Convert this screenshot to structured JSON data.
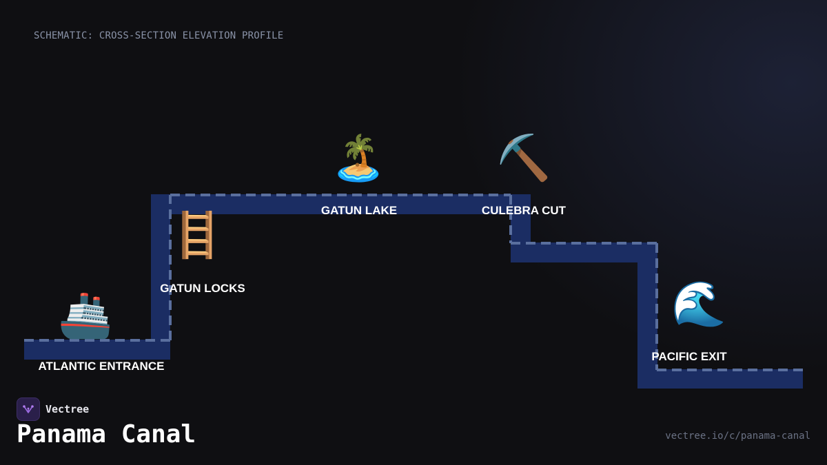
{
  "header": {
    "subtitle": "SCHEMATIC: CROSS-SECTION ELEVATION PROFILE"
  },
  "stages": [
    {
      "label": "ATLANTIC ENTRANCE",
      "icon": "cruise-ship-icon",
      "glyph": "🚢"
    },
    {
      "label": "GATUN LOCKS",
      "icon": "ladder-icon",
      "glyph": "🪜"
    },
    {
      "label": "GATUN LAKE",
      "icon": "desert-island-icon",
      "glyph": "🏝️"
    },
    {
      "label": "CULEBRA CUT",
      "icon": "pick-icon",
      "glyph": "⛏️"
    },
    {
      "label": "PACIFIC EXIT",
      "icon": "water-wave-icon",
      "glyph": "🌊"
    }
  ],
  "colors": {
    "channel": "#1b2d63",
    "waterline": "#5a6f9e",
    "background": "#0f0f12"
  },
  "brand": {
    "name": "Vectree",
    "logo_icon": "vectree-logo-icon"
  },
  "footer": {
    "title": "Panama Canal",
    "url": "vectree.io/c/panama-canal"
  }
}
